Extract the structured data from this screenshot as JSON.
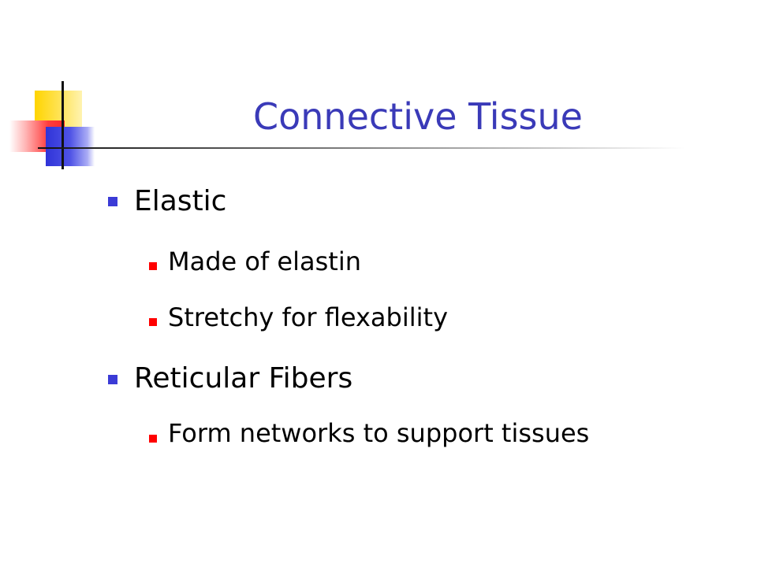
{
  "slide": {
    "title": "Connective Tissue",
    "items": [
      {
        "text": "Elastic",
        "level": 1
      },
      {
        "text": "Made of elastin",
        "level": 2
      },
      {
        "text": "Stretchy for flexability",
        "level": 2
      },
      {
        "text": "Reticular Fibers",
        "level": 1
      },
      {
        "text": "Form networks to support tissues",
        "level": 2
      }
    ]
  },
  "colors": {
    "title": "#3a3ab8",
    "bullet_level1": "#3b3bd6",
    "bullet_level2": "#ff0000",
    "logo_yellow": "#ffd400",
    "logo_red": "#ff2a2a",
    "logo_blue": "#2f33d8"
  }
}
